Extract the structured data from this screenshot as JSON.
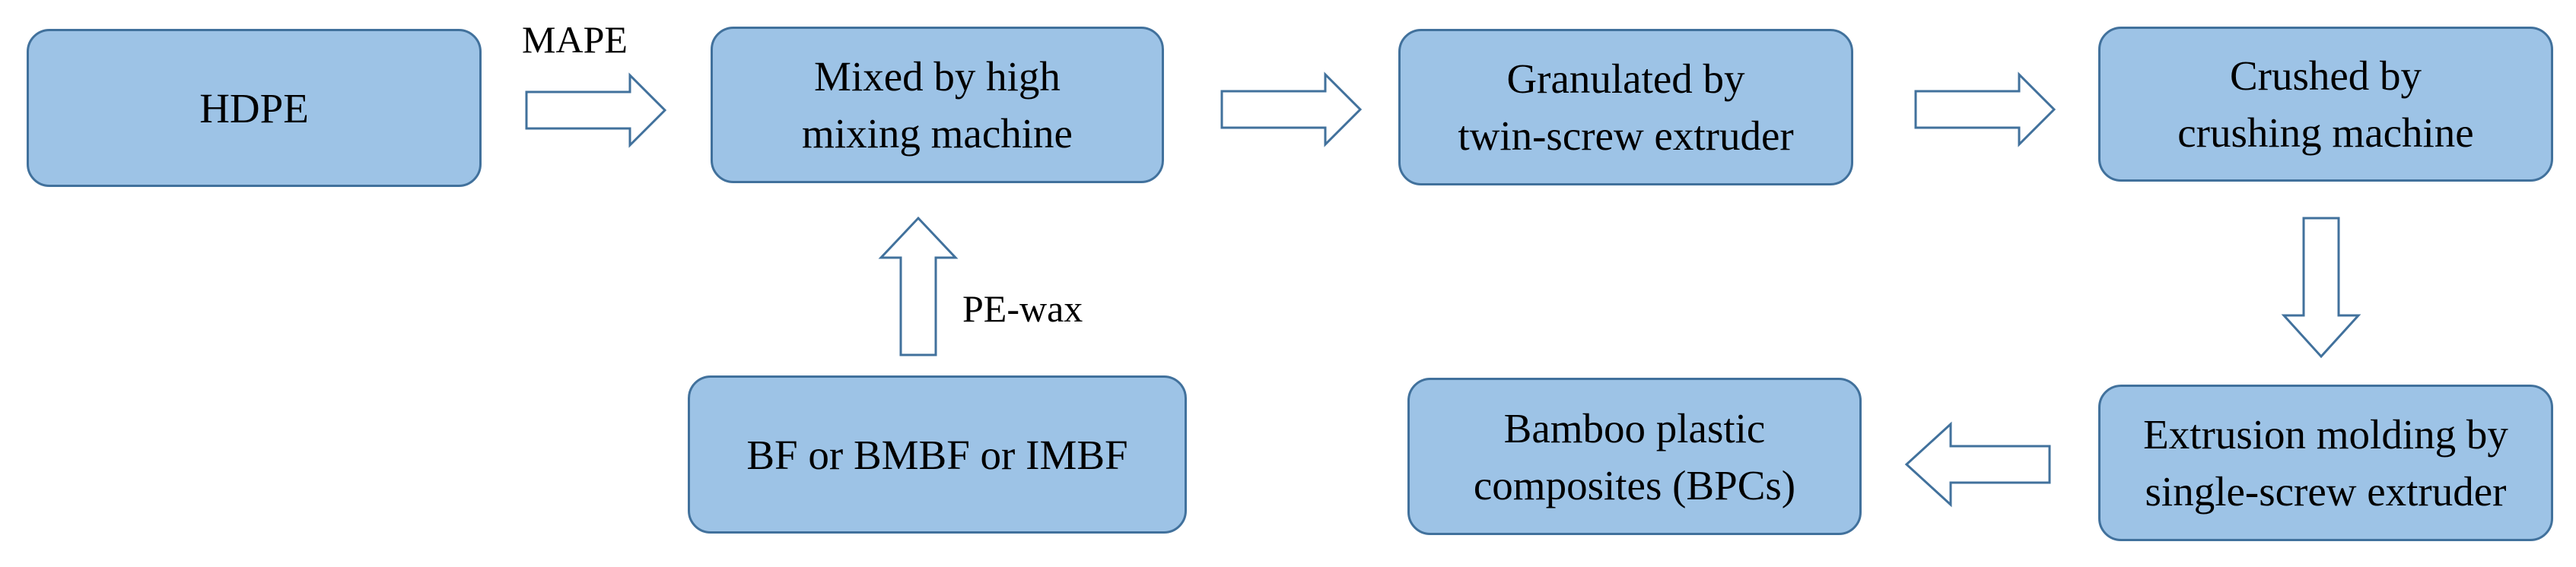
{
  "colors": {
    "box_fill": "#9dc3e6",
    "box_border": "#41719c",
    "arrow_fill": "#ffffff",
    "arrow_border": "#41719c"
  },
  "nodes": {
    "hdpe": "HDPE",
    "mixing": "Mixed by high\nmixing machine",
    "granulating": "Granulated by\ntwin-screw extruder",
    "crushing": "Crushed by\ncrushing machine",
    "extrusion": "Extrusion molding by\nsingle-screw extruder",
    "bpc": "Bamboo plastic\ncomposites (BPCs)",
    "fiber": "BF or BMBF or IMBF"
  },
  "edge_labels": {
    "mape": "MAPE",
    "pe_wax": "PE-wax"
  },
  "edges": [
    {
      "from": "hdpe",
      "to": "mixing",
      "label": "MAPE"
    },
    {
      "from": "mixing",
      "to": "granulating"
    },
    {
      "from": "granulating",
      "to": "crushing"
    },
    {
      "from": "crushing",
      "to": "extrusion"
    },
    {
      "from": "extrusion",
      "to": "bpc"
    },
    {
      "from": "fiber",
      "to": "mixing",
      "label": "PE-wax"
    }
  ]
}
